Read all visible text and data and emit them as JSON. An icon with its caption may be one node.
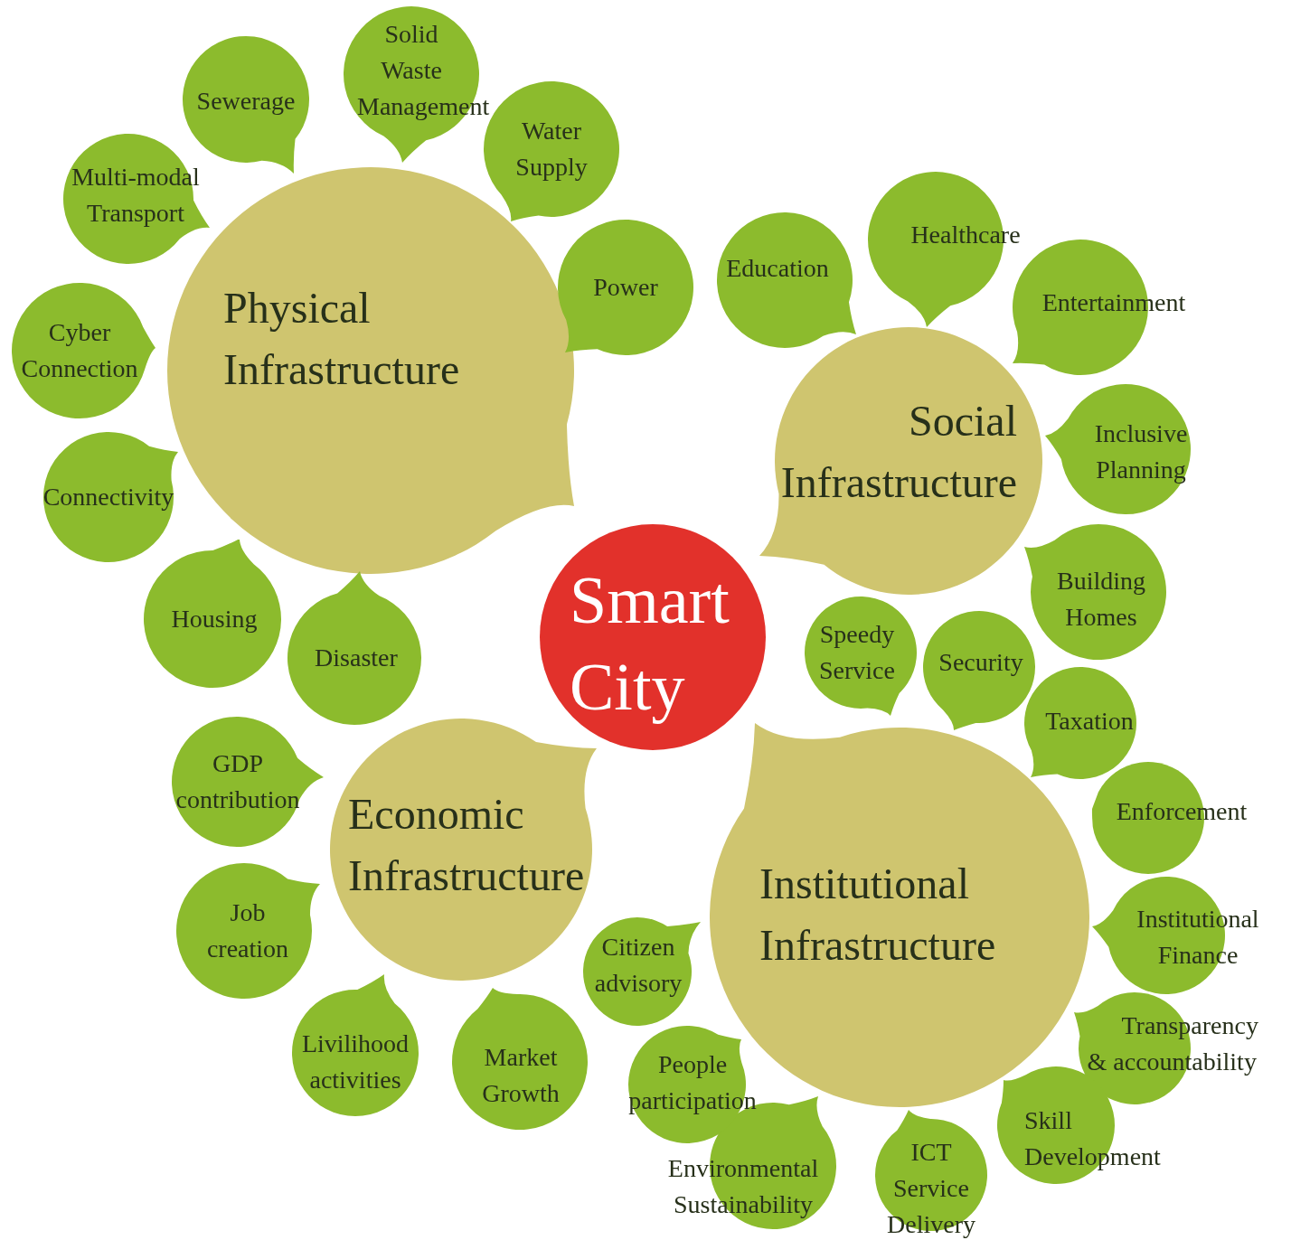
{
  "diagram": {
    "nodes": [
      {
        "text": [
          "Smart City"
        ]
      },
      {
        "text": [
          "Physical Infrastructure"
        ]
      },
      {
        "text": [
          "Social Infrastructure"
        ]
      },
      {
        "text": [
          "Economic Infrastructure"
        ]
      },
      {
        "text": [
          "Institutional Infrastructure"
        ]
      },
      {
        "text": [
          "Sewerage"
        ]
      },
      {
        "text": [
          "Solid Waste Management"
        ]
      },
      {
        "text": [
          "Water Supply"
        ]
      },
      {
        "text": [
          "Multi-modal Transport"
        ]
      },
      {
        "text": [
          "Power"
        ]
      },
      {
        "text": [
          "Cyber Connection"
        ]
      },
      {
        "text": [
          "Connectivity"
        ]
      },
      {
        "text": [
          "Housing"
        ]
      },
      {
        "text": [
          "Disaster"
        ]
      },
      {
        "text": [
          "Education"
        ]
      },
      {
        "text": [
          "Healthcare"
        ]
      },
      {
        "text": [
          "Entertainment"
        ]
      },
      {
        "text": [
          "Inclusive Planning"
        ]
      },
      {
        "text": [
          "Building Homes"
        ]
      },
      {
        "text": [
          "Speedy Service"
        ]
      },
      {
        "text": [
          "Security"
        ]
      },
      {
        "text": [
          "Taxation"
        ]
      },
      {
        "text": [
          "Enforcement"
        ]
      },
      {
        "text": [
          "Institutional Finance"
        ]
      },
      {
        "text": [
          "Transparency & accountability"
        ]
      },
      {
        "text": [
          "Skill Development"
        ]
      },
      {
        "text": [
          "ICT Service Delivery"
        ]
      },
      {
        "text": [
          "Environmental Sustainability"
        ]
      },
      {
        "text": [
          "People participation"
        ]
      },
      {
        "text": [
          "Citizen advisory"
        ]
      },
      {
        "text": [
          "Market Growth"
        ]
      },
      {
        "text": [
          "Livilihood activities"
        ]
      },
      {
        "text": [
          "Job creation"
        ]
      },
      {
        "text": [
          "GDP contribution"
        ]
      }
    ]
  }
}
